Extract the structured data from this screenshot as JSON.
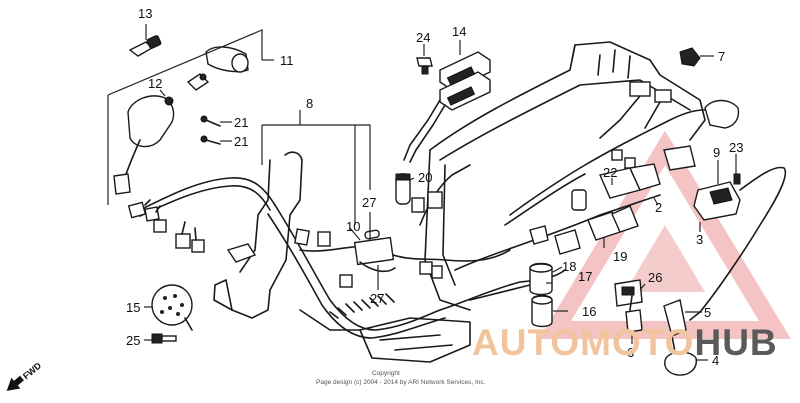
{
  "callouts": [
    "13",
    "11",
    "12",
    "21",
    "21",
    "8",
    "24",
    "14",
    "7",
    "9",
    "23",
    "22",
    "2",
    "20",
    "27",
    "10",
    "27",
    "3",
    "18",
    "17",
    "19",
    "26",
    "15",
    "16",
    "5",
    "25",
    "6",
    "4"
  ],
  "fwd_label": "FWD",
  "copyright": {
    "line1": "Copyright",
    "line2": "Page design (c) 2004 - 2014 by ARI Network Services, Inc."
  },
  "watermark": {
    "part1": "AUTOMOTO",
    "part2": "HUB",
    "color_accent": "#e8292b",
    "color_secondary": "#f2c9a8",
    "color_dark": "#555555"
  }
}
